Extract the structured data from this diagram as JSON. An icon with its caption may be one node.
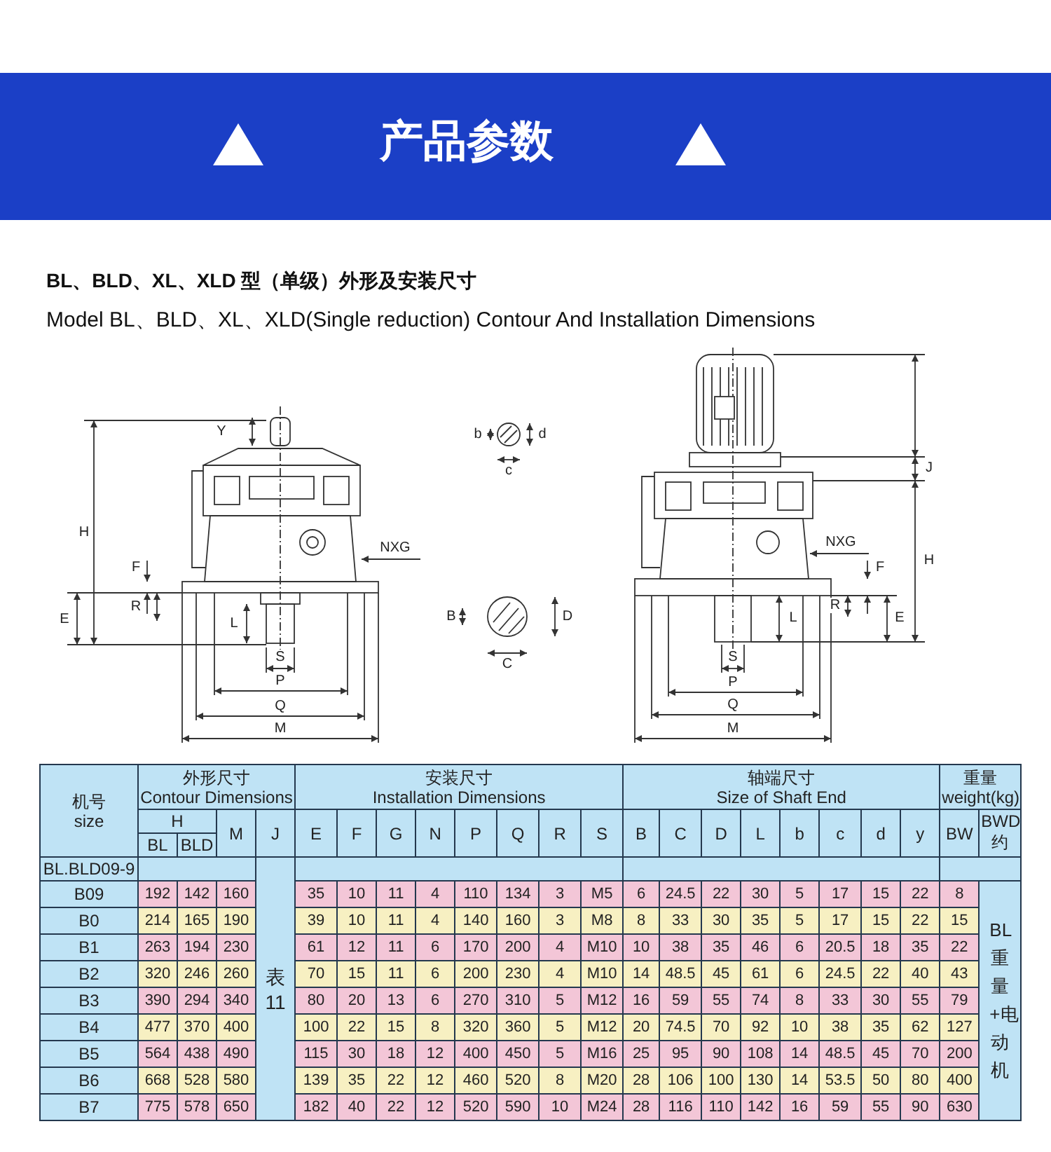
{
  "diagram": {
    "title": "产品参数",
    "labels": [
      "BL、BLD、XL、XLD 型（单级）外形及安装尺寸",
      "Model BL、BLD、XL、XLD(Single reduction) Contour And Installation Dimensions",
      "Y",
      "H",
      "F",
      "R",
      "E",
      "L",
      "NXG",
      "S",
      "P",
      "Q",
      "M",
      "b",
      "d",
      "c",
      "B",
      "D",
      "C",
      "J",
      "H",
      "NXG",
      "F",
      "R",
      "L",
      "E",
      "S",
      "P",
      "Q",
      "M",
      "机号",
      "size",
      "外形尺寸",
      "Contour Dimensions",
      "安装尺寸",
      "Installation Dimensions",
      "轴端尺寸",
      "Size of Shaft End",
      "重量",
      "weight(kg)",
      "H",
      "M",
      "J",
      "E",
      "F",
      "G",
      "N",
      "P",
      "Q",
      "R",
      "S",
      "B",
      "C",
      "D",
      "L",
      "b",
      "c",
      "d",
      "y",
      "BW",
      "BWD 约",
      "BL",
      "BLD",
      "BL.BLD09-9",
      "表11",
      "B09",
      "192",
      "142",
      "160",
      "35",
      "10",
      "11",
      "4",
      "110",
      "134",
      "3",
      "M5",
      "6",
      "24.5",
      "22",
      "30",
      "5",
      "17",
      "15",
      "22",
      "8",
      "BL重量+电动机",
      "B0",
      "214",
      "165",
      "190",
      "39",
      "10",
      "11",
      "4",
      "140",
      "160",
      "3",
      "M8",
      "8",
      "33",
      "30",
      "35",
      "5",
      "17",
      "15",
      "22",
      "15",
      "B1",
      "263",
      "194",
      "230",
      "61",
      "12",
      "11",
      "6",
      "170",
      "200",
      "4",
      "M10",
      "10",
      "38",
      "35",
      "46",
      "6",
      "20.5",
      "18",
      "35",
      "22",
      "B2",
      "320",
      "246",
      "260",
      "70",
      "15",
      "11",
      "6",
      "200",
      "230",
      "4",
      "M10",
      "14",
      "48.5",
      "45",
      "61",
      "6",
      "24.5",
      "22",
      "40",
      "43",
      "B3",
      "390",
      "294",
      "340",
      "80",
      "20",
      "13",
      "6",
      "270",
      "310",
      "5",
      "M12",
      "16",
      "59",
      "55",
      "74",
      "8",
      "33",
      "30",
      "55",
      "79",
      "B4",
      "477",
      "370",
      "400",
      "100",
      "22",
      "15",
      "8",
      "320",
      "360",
      "5",
      "M12",
      "20",
      "74.5",
      "70",
      "92",
      "10",
      "38",
      "35",
      "62",
      "127",
      "B5",
      "564",
      "438",
      "490",
      "115",
      "30",
      "18",
      "12",
      "400",
      "450",
      "5",
      "M16",
      "25",
      "95",
      "90",
      "108",
      "14",
      "48.5",
      "45",
      "70",
      "200",
      "B6",
      "668",
      "528",
      "580",
      "139",
      "35",
      "22",
      "12",
      "460",
      "520",
      "8",
      "M20",
      "28",
      "106",
      "100",
      "130",
      "14",
      "53.5",
      "50",
      "80",
      "400",
      "B7",
      "775",
      "578",
      "650",
      "182",
      "40",
      "22",
      "12",
      "520",
      "590",
      "10",
      "M24",
      "28",
      "116",
      "110",
      "142",
      "16",
      "59",
      "55",
      "90",
      "630"
    ]
  }
}
